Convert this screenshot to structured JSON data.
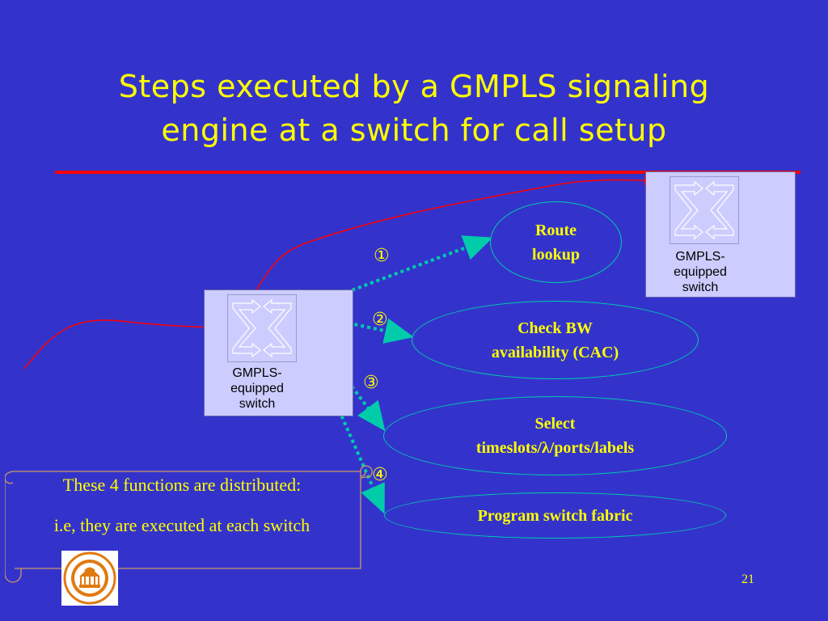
{
  "title": {
    "line1": "Steps executed by a GMPLS signaling",
    "line2": "engine at a switch for call setup"
  },
  "colors": {
    "background": "#3333cc",
    "title": "#ffff00",
    "rule": "#ff0000",
    "arrow_dotted": "#00ccaa",
    "arrow_signal": "#ff0000",
    "switch_fill": "#ccccff"
  },
  "switches": {
    "left": {
      "line1": "GMPLS-",
      "line2": "equipped",
      "line3": "switch",
      "icon": "cross-connect-icon"
    },
    "right": {
      "line1": "GMPLS-",
      "line2": "equipped",
      "line3": "switch",
      "icon": "cross-connect-icon"
    }
  },
  "functions": [
    {
      "step": "①",
      "line1": "Route",
      "line2": "lookup"
    },
    {
      "step": "②",
      "line1": "Check BW",
      "line2": "availability (CAC)"
    },
    {
      "step": "③",
      "line1": "Select",
      "line2": "timeslots/λ/ports/labels"
    },
    {
      "step": "④",
      "line1": "Program switch fabric",
      "line2": ""
    }
  ],
  "note": {
    "line1": "These 4 functions are distributed:",
    "line2": "i.e, they are executed at each switch"
  },
  "logo": {
    "name": "university-of-virginia-seal",
    "icon": "rotunda-seal-icon"
  },
  "page_number": "21"
}
